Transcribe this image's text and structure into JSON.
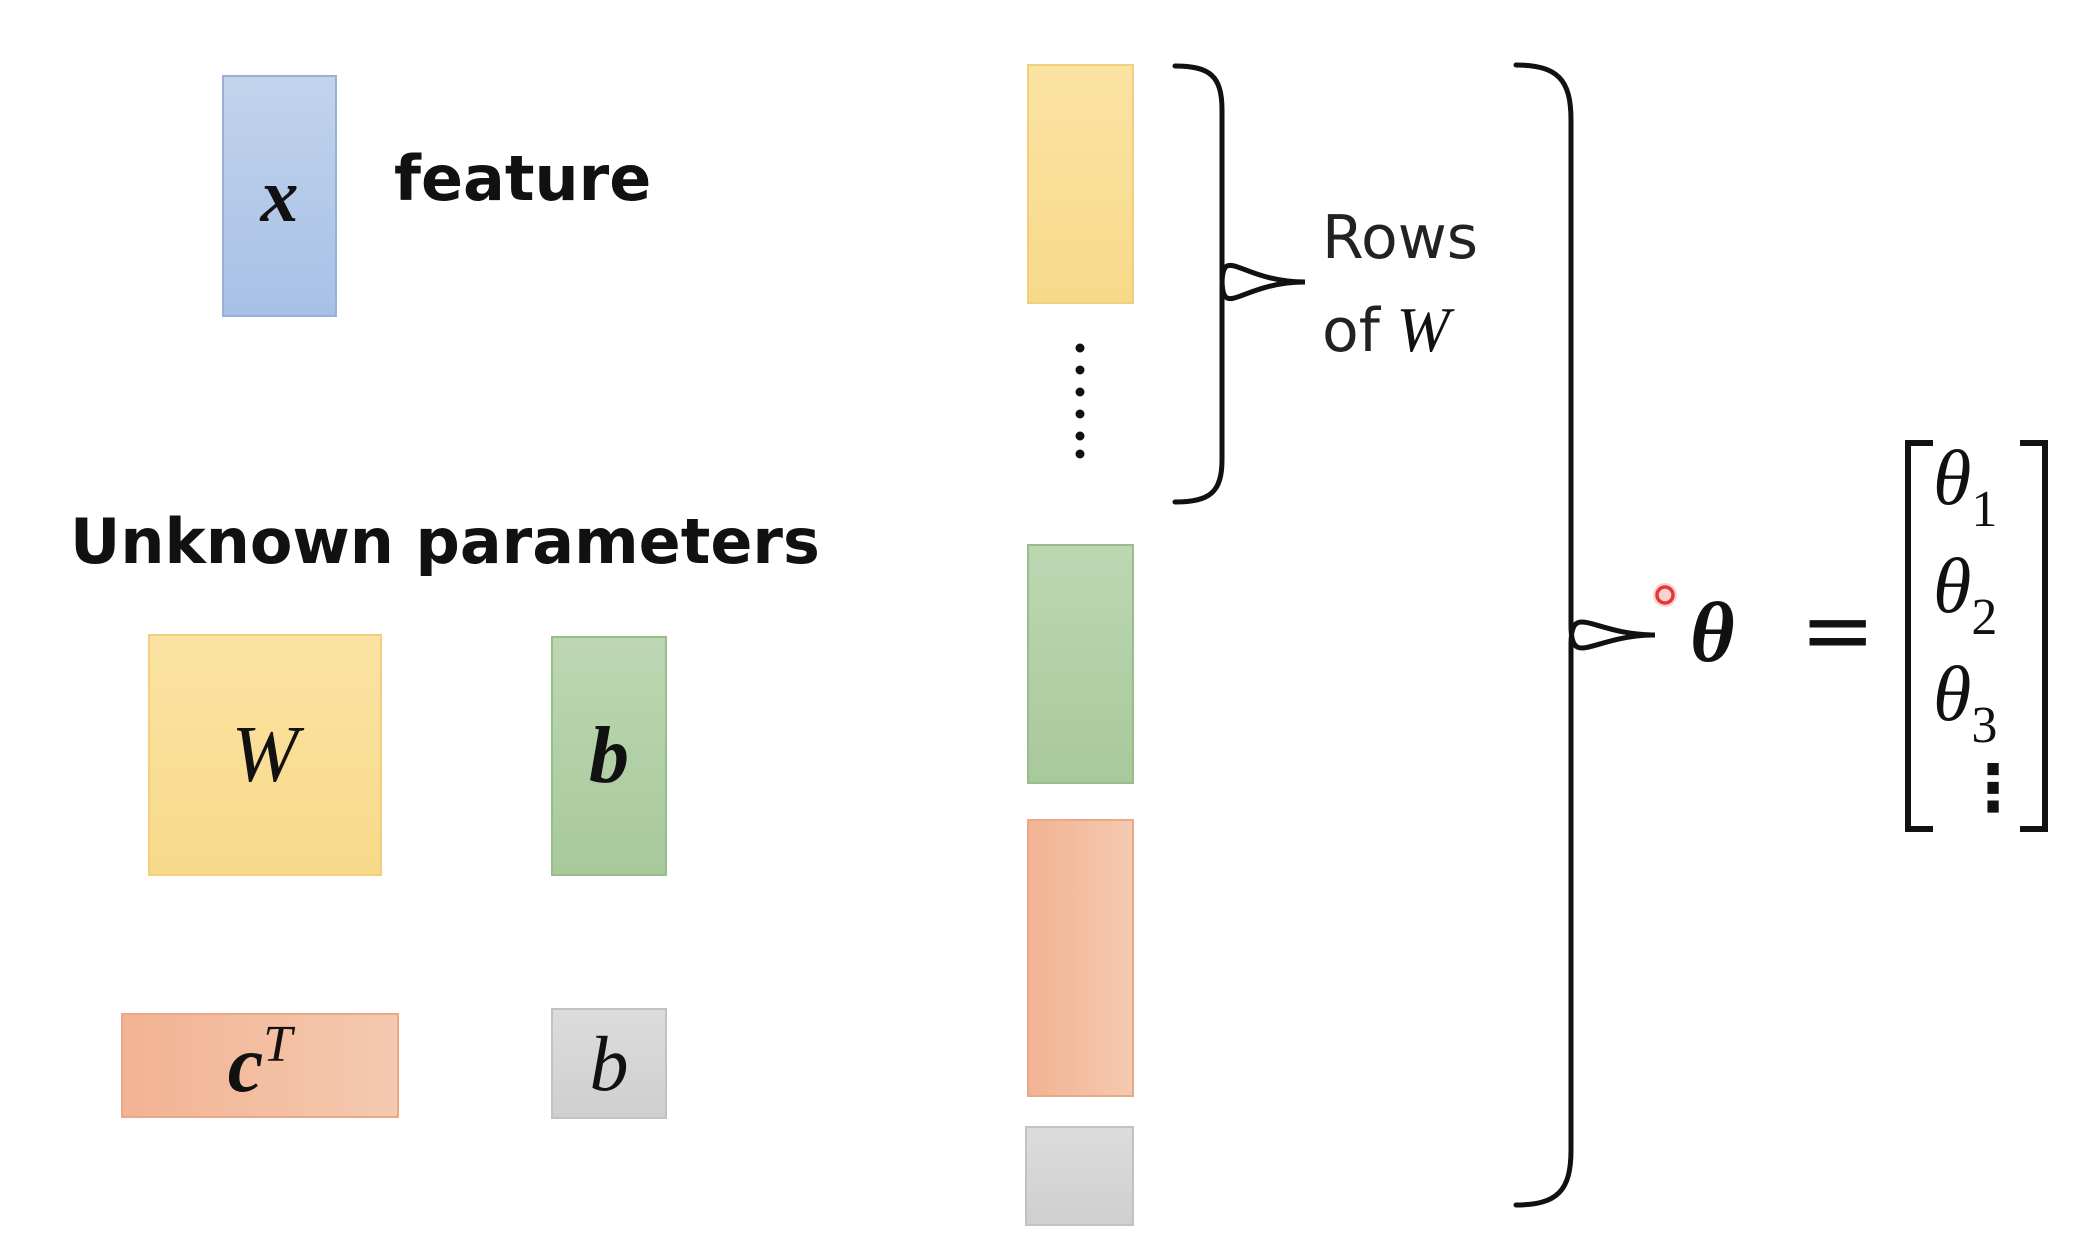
{
  "feature_block": {
    "symbol": "x",
    "label": "feature"
  },
  "params": {
    "heading": "Unknown parameters",
    "W": "W",
    "b_vec": "b",
    "c_base": "c",
    "c_sup": "T",
    "b_scalar": "b"
  },
  "annotation": {
    "line1": "Rows",
    "line2_prefix": "of",
    "line2_symbol": "W",
    "ellipsis": "⋮"
  },
  "theta": {
    "symbol": "θ",
    "equals": "=",
    "entries": [
      {
        "base": "θ",
        "sub": "1"
      },
      {
        "base": "θ",
        "sub": "2"
      },
      {
        "base": "θ",
        "sub": "3"
      }
    ],
    "vdots": "⋮"
  },
  "colors": {
    "blue": "#a7c1e6",
    "yellow": "#f7d98a",
    "green": "#a8c99b",
    "orange": "#f2b393",
    "gray": "#cfcfcf",
    "pointer": "#e53935"
  }
}
